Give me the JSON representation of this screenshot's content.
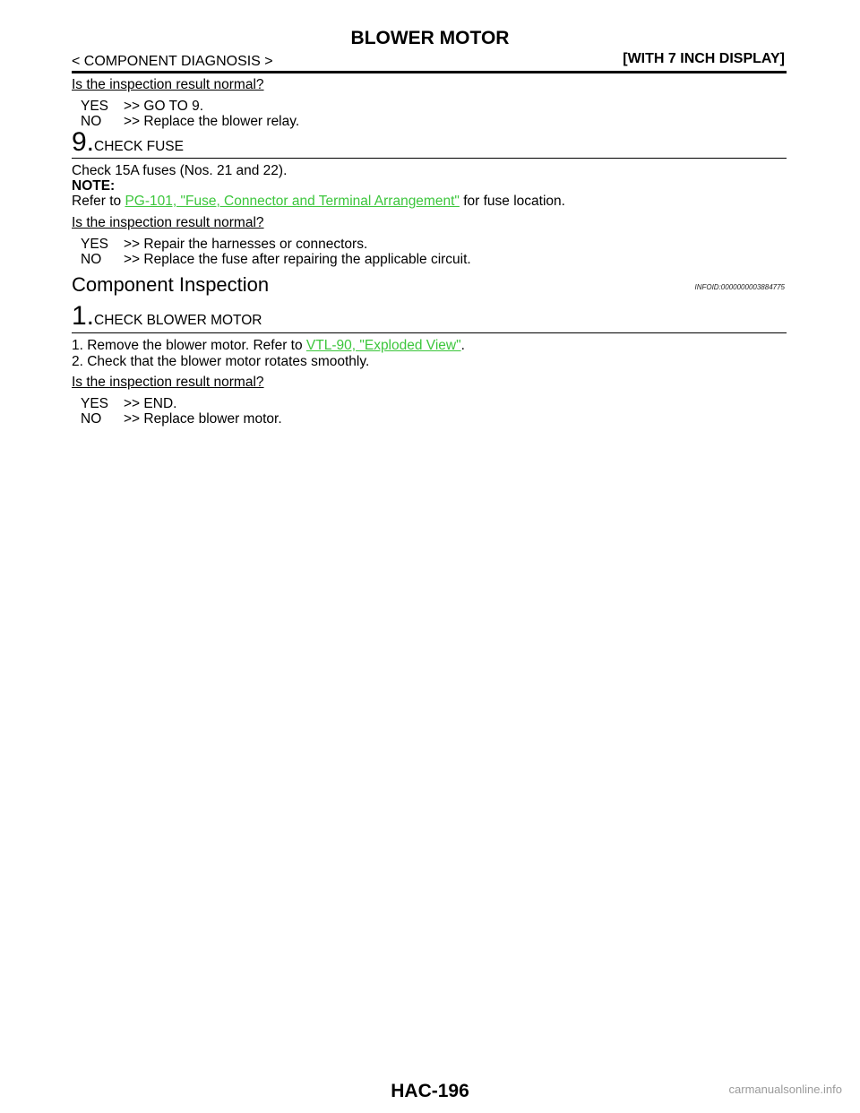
{
  "header": {
    "title": "BLOWER MOTOR",
    "left": "< COMPONENT DIAGNOSIS >",
    "right": "[WITH 7 INCH DISPLAY]"
  },
  "block8": {
    "question": "Is the inspection result normal?",
    "yes_key": "YES",
    "yes_val": ">> GO TO 9.",
    "no_key": "NO",
    "no_val": ">> Replace the blower relay."
  },
  "step9": {
    "num": "9.",
    "title": "CHECK FUSE",
    "line1": "Check 15A fuses (Nos. 21 and 22).",
    "note": "NOTE:",
    "refer_pre": "Refer to ",
    "link": "PG-101, \"Fuse, Connector and Terminal Arrangement\"",
    "refer_post": " for fuse location.",
    "question": "Is the inspection result normal?",
    "yes_key": "YES",
    "yes_val": ">> Repair the harnesses or connectors.",
    "no_key": "NO",
    "no_val": ">> Replace the fuse after repairing the applicable circuit."
  },
  "section": {
    "title": "Component Inspection",
    "infoid": "INFOID:0000000003884775"
  },
  "step1": {
    "num": "1.",
    "title": "CHECK BLOWER MOTOR",
    "item1_pre": "1.  Remove the blower motor. Refer to ",
    "item1_link": "VTL-90, \"Exploded View\"",
    "item1_post": ".",
    "item2": "2.  Check that the blower motor rotates smoothly.",
    "question": "Is the inspection result normal?",
    "yes_key": "YES",
    "yes_val": ">> END.",
    "no_key": "NO",
    "no_val": ">> Replace blower motor."
  },
  "footer": {
    "page": "HAC-196",
    "watermark": "carmanualsonline.info"
  }
}
